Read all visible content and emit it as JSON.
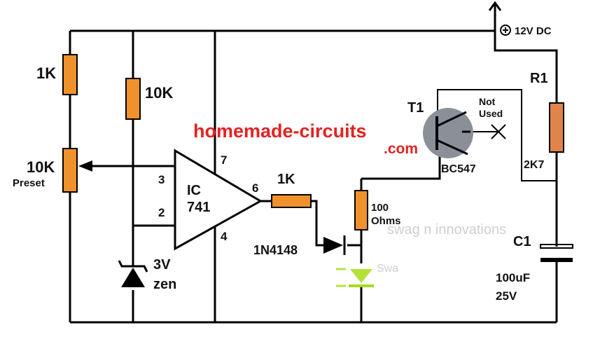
{
  "watermark": {
    "line1": "homemade-circuits",
    "line2": ".com",
    "ghost_text": "swag n innovations",
    "ghost_fragment": "Swa"
  },
  "labels": {
    "supply": "12V DC",
    "r_top_left": "1K",
    "r_top_mid": "10K",
    "preset_value": "10K",
    "preset_word": "Preset",
    "pin3": "3",
    "pin2": "2",
    "pin7": "7",
    "pin6": "6",
    "pin4": "4",
    "ic_line1": "IC",
    "ic_line2": "741",
    "zener_value": "3V",
    "zener_word": "zen",
    "r_out": "1K",
    "diode": "1N4148",
    "r_100_line1": "100",
    "r_100_line2": "Ohms",
    "transistor_ref": "T1",
    "transistor_part": "BC547",
    "not_used_line1": "Not",
    "not_used_line2": "Used",
    "r1_ref": "R1",
    "r1_value": "2K7",
    "c1_ref": "C1",
    "c1_value": "100uF",
    "c1_voltage": "25V"
  },
  "colors": {
    "wire": "#000000",
    "resistor": "#f0922c",
    "r1_body": "#e0844a",
    "transistor": "#8a9098",
    "watermark": "#e32222",
    "led": "#a6dc18"
  }
}
